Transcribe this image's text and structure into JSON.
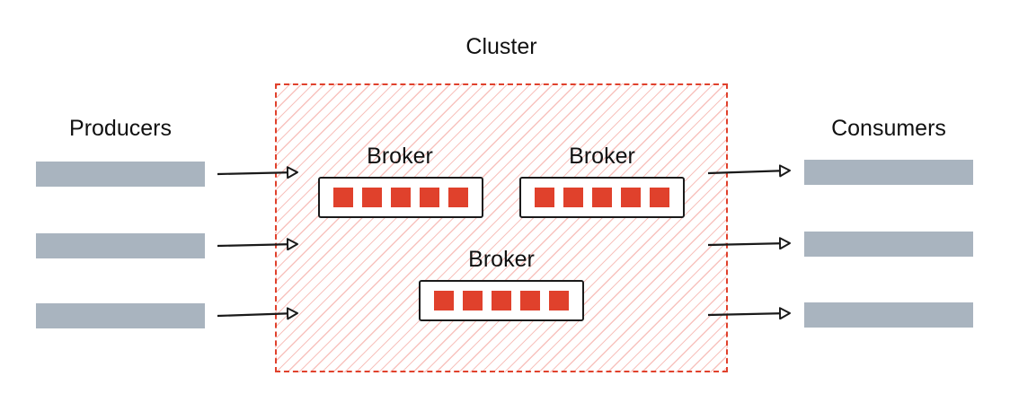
{
  "diagram": {
    "title": "Cluster",
    "producers": {
      "label": "Producers",
      "count": 3
    },
    "consumers": {
      "label": "Consumers",
      "count": 3
    },
    "brokers": [
      {
        "label": "Broker",
        "partitions": 5
      },
      {
        "label": "Broker",
        "partitions": 5
      },
      {
        "label": "Broker",
        "partitions": 5
      }
    ],
    "colors": {
      "accent": "#e0412c",
      "bar": "#a9b4bf",
      "hatch": "#f0786e",
      "outline": "#1a1a1a"
    }
  }
}
